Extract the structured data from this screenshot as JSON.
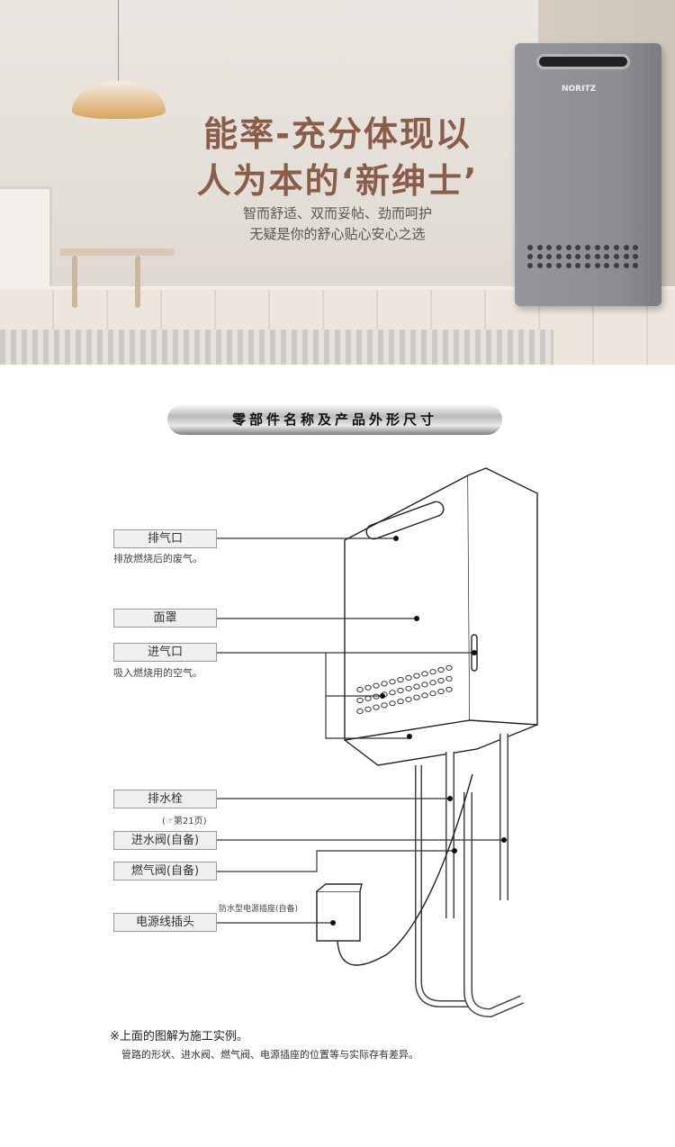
{
  "hero": {
    "title_line1": "能率-充分体现以",
    "title_line2": "人为本的‘新绅士’",
    "subtitle_line1": "智而舒适、双而妥帖、劲而呵护",
    "subtitle_line2": "无疑是你的舒心贴心安心之选",
    "brand_logo": "NORITZ"
  },
  "section": {
    "title": "零部件名称及产品外形尺寸"
  },
  "parts": [
    {
      "label": "排气口",
      "desc": "排放燃烧后的废气。"
    },
    {
      "label": "面罩"
    },
    {
      "label": "进气口",
      "desc": "吸入燃烧用的空气。"
    },
    {
      "label": "排水栓",
      "desc": "(☞第21页)"
    },
    {
      "label": "进水阀(自备)"
    },
    {
      "label": "燃气阀(自备)"
    },
    {
      "label": "电源线插头"
    }
  ],
  "socket_label": "防水型电源插座(自备)",
  "footnote": {
    "line1": "※上面的图解为施工实例。",
    "line2": "管路的形状、进水阀、燃气阀、电源插座的位置等与实际存有差异。"
  }
}
